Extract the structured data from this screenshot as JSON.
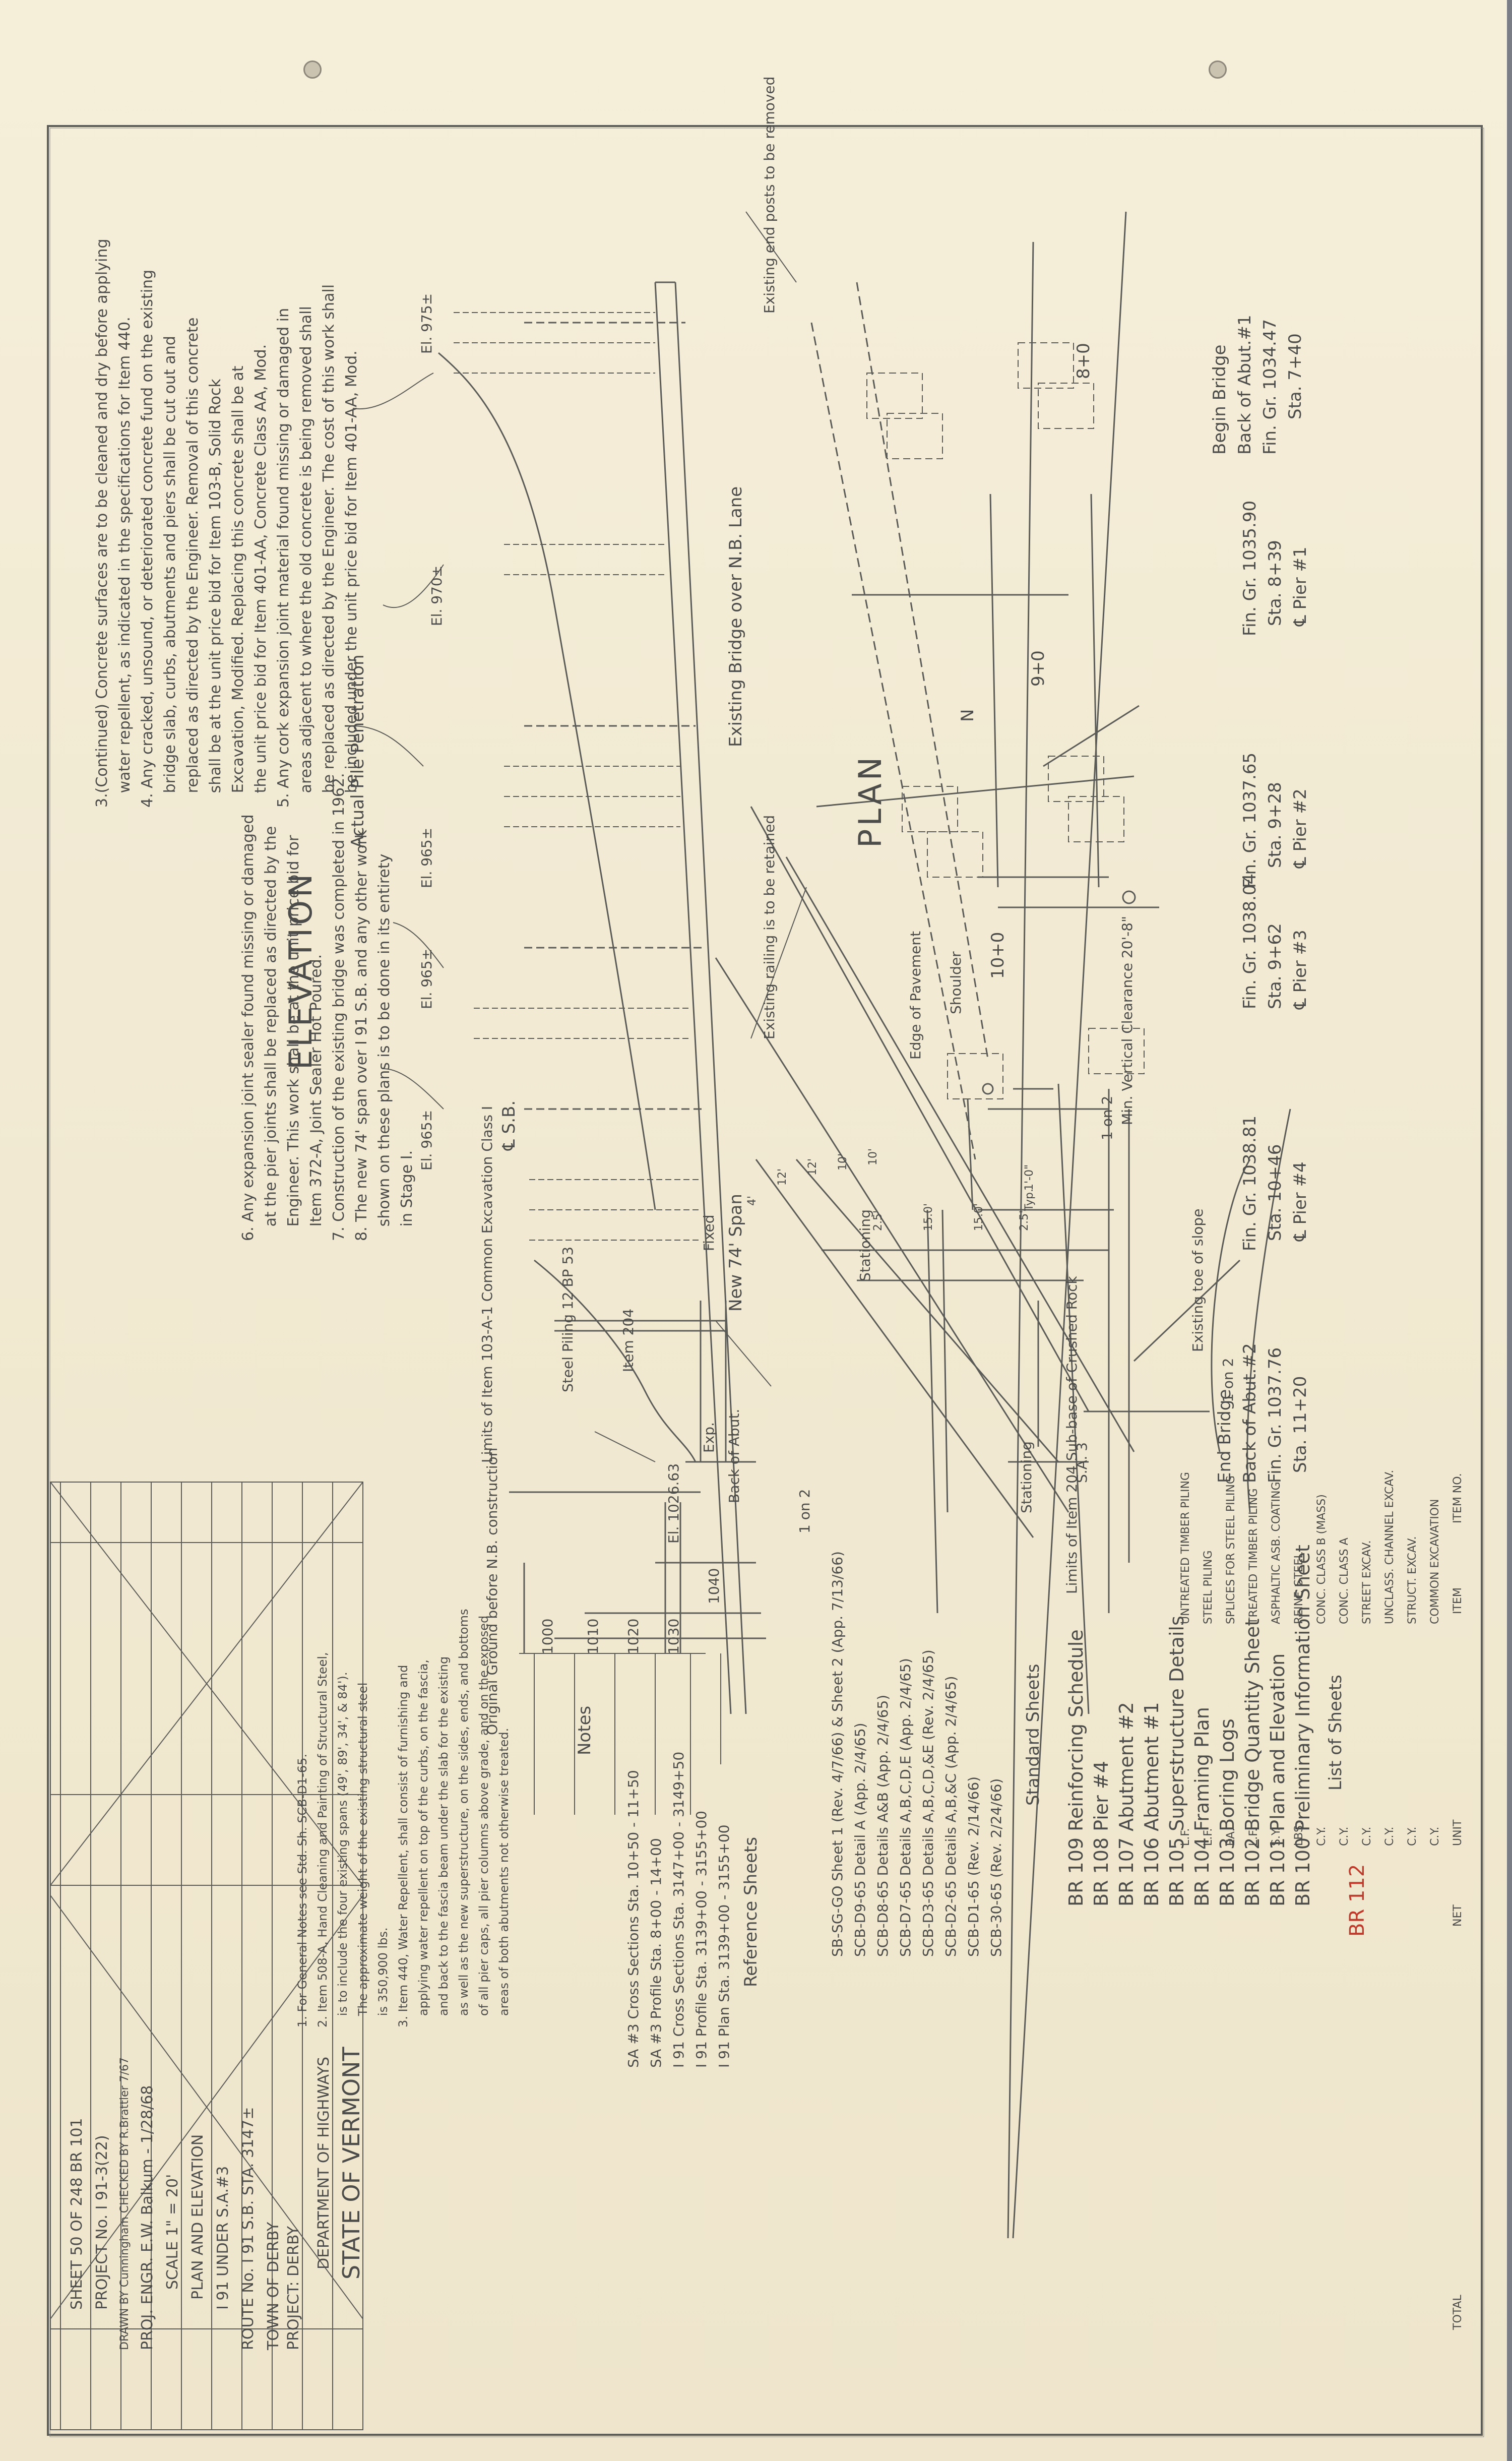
{
  "sheet": {
    "corner_mark": "BR 112",
    "plan_title": "PLAN",
    "elevation_title": "ELEVATION"
  },
  "plan": {
    "north_arrow": "N",
    "stations": [
      {
        "label": "Sta. 7+40",
        "sub": "Fin. Gr. 1034.47",
        "note": "Back of Abut.#1",
        "note2": "Begin Bridge"
      },
      {
        "label": "℄ Pier #1",
        "sub": "Sta. 8+39",
        "note": "Fin. Gr. 1035.90"
      },
      {
        "label": "℄ Pier #2",
        "sub": "Sta. 9+28",
        "note": "Fin. Gr. 1037.65"
      },
      {
        "label": "℄ Pier #3",
        "sub": "Sta. 9+62",
        "note": "Fin. Gr. 1038.04"
      },
      {
        "label": "℄ Pier #4",
        "sub": "Sta. 10+46",
        "note": "Fin. Gr. 1038.81"
      },
      {
        "label": "Sta. 11+20",
        "sub": "Fin. Gr. 1037.76",
        "note": "Back of Abut.#2",
        "note2": "End Bridge"
      }
    ],
    "offsets": [
      "8+0",
      "9+0",
      "10+0"
    ],
    "labels": {
      "existing_end_posts": "Existing end posts to be removed",
      "existing_railing": "Existing railing is to be retained",
      "min_clearance": "Min. Vertical Clearance 20'-8\"",
      "existing_toe": "Existing toe of slope",
      "limits_item": "Limits of Item 204 Sub-base of Crushed Rock",
      "shoulder": "Shoulder",
      "edge_pavement": "Edge of Pavement",
      "stationing": "Stationing",
      "slope_1on2": "1 on 2",
      "sa3": "S.A. 3",
      "dims": [
        "2.5'",
        "15.0'",
        "15.0'",
        "2.5'",
        "1'-0\"",
        "Typ."
      ],
      "lane_dims": [
        "4'",
        "12'",
        "12'",
        "10'",
        "10'"
      ]
    }
  },
  "elevation": {
    "existing_bridge": "Existing Bridge over N.B. Lane",
    "new_span": "New 74' Span",
    "fixed": "Fixed",
    "exp": "Exp.",
    "back_of_abut": "Back of Abut.",
    "actual_pile": "Actual Pile Penetration",
    "sb": "℄ S.B.",
    "limits_excavation": "Limits of Item 103-A-1 Common Excavation Class I",
    "steel_piling": "Steel Piling 12 BP 53",
    "item_204": "Item 204",
    "el_label": "El. 1026.63",
    "original_ground": "Original Ground before N.B. construction",
    "elevations": [
      "El. 975±",
      "El. 970±",
      "El. 965±",
      "El. 965±",
      "El. 965±"
    ],
    "grid_levels": [
      "1040",
      "1030",
      "1020",
      "1010",
      "1000"
    ]
  },
  "notes_left": "3.(Continued) Concrete surfaces are to be cleaned and dry before applying\n   water repellent, as indicated in the specifications for Item 440.\n4. Any cracked, unsound, or deteriorated concrete fund on the existing\n   bridge slab, curbs, abutments and piers shall be cut out and\n   replaced as directed by the Engineer. Removal of this concrete\n   shall be at the unit price bid for Item 103-B, Solid Rock\n   Excavation, Modified. Replacing this concrete shall be at\n   the unit price bid for Item 401-AA, Concrete Class AA, Mod.\n5. Any cork expansion joint material found missing or damaged in\n   areas adjacent to where the old concrete is being removed shall\n   be replaced as directed by the Engineer. The cost of this work shall\n   be included under the unit price bid for Item 401-AA, Mod.",
  "notes_mid": "6. Any expansion joint sealer found missing or damaged\n   at the pier joints shall be replaced as directed by the\n   Engineer. This work shall be at the unit price bid for\n   Item 372-A, Joint Sealer Hot Poured.\n7. Construction of the existing bridge was completed in 1962.\n8. The new 74' span over I 91 S.B. and any other work\n   shown on these plans is to be done in its entirety\n   in Stage I.",
  "list_of_sheets": {
    "title": "List of Sheets",
    "items": [
      "BR 100  Preliminary Information Sheet",
      "BR 101  Plan and Elevation",
      "BR 102  Bridge Quantity Sheet",
      "BR 103  Boring Logs",
      "BR 104  Framing Plan",
      "BR 105  Superstructure Details",
      "BR 106  Abutment #1",
      "BR 107  Abutment #2",
      "BR 108  Pier #4",
      "BR 109  Reinforcing Schedule"
    ],
    "std_title": "Standard Sheets",
    "std_items": [
      "SCB-30-65  (Rev. 2/24/66)",
      "SCB-D1-65  (Rev. 2/14/66)",
      "SCB-D2-65  Details A,B,&C (App. 2/4/65)",
      "SCB-D3-65  Details A,B,C,D,&E (Rev. 2/4/65)",
      "SCB-D7-65  Details A,B,C,D,E (App. 2/4/65)",
      "SCB-D8-65  Details A&B (App. 2/4/65)",
      "SCB-D9-65  Detail A (App. 2/4/65)",
      "SB-SG-GO  Sheet 1 (Rev. 4/7/66) & Sheet 2 (App. 7/13/66)"
    ]
  },
  "reference_sheets": {
    "title": "Reference Sheets",
    "items": [
      "I 91  Plan  Sta. 3139+00 - 3155+00",
      "I 91  Profile  Sta. 3139+00 - 3155+00",
      "I 91  Cross Sections  Sta. 3147+00 - 3149+50",
      "SA #3  Profile  Sta. 8+00 - 14+00",
      "SA #3  Cross Sections  Sta. 10+50 - 11+50"
    ]
  },
  "notes_right": {
    "title": "Notes",
    "text": "1. For General Notes see Std. Sh. SCB-D1-65.\n2. Item 508-A, Hand Cleaning and Painting of Structural Steel,\n   is to include the four existing spans (49', 89', 34', & 84').\n   The approximate weight of the existing structural steel\n   is 350,900 lbs.\n3. Item 440, Water Repellent, shall consist of furnishing and\n   applying water repellent on top of the curbs, on the fascia,\n   and back to the fascia beam under the slab for the existing\n   as well as the new superstructure, on the sides, ends, and bottoms\n   of all pier caps, all pier columns above grade, and on the exposed\n   areas of both abutments not otherwise treated."
  },
  "quantity_table": {
    "headers": [
      "ITEM NO.",
      "ITEM",
      "UNIT",
      "NET",
      "TOTAL"
    ],
    "rows": [
      [
        "",
        "COMMON EXCAVATION",
        "C.Y.",
        "",
        ""
      ],
      [
        "",
        "STRUCT. EXCAV.",
        "C.Y.",
        "",
        ""
      ],
      [
        "",
        "UNCLASS. CHANNEL EXCAV.",
        "C.Y.",
        "",
        ""
      ],
      [
        "",
        "STREET EXCAV.",
        "C.Y.",
        "",
        ""
      ],
      [
        "",
        "CONC. CLASS A",
        "C.Y.",
        "",
        ""
      ],
      [
        "",
        "CONC. CLASS B (MASS)",
        "C.Y.",
        "",
        ""
      ],
      [
        "",
        "REINF. STEEL",
        "LBS.",
        "",
        ""
      ],
      [
        "",
        "ASPHALTIC ASB. COATING",
        "S.Y.",
        "",
        ""
      ],
      [
        "",
        "TREATED TIMBER PILING",
        "L.F.",
        "",
        ""
      ],
      [
        "",
        "SPLICES FOR STEEL PILING",
        "EA.",
        "",
        ""
      ],
      [
        "",
        "STEEL PILING",
        "L.F.",
        "",
        ""
      ],
      [
        "",
        "UNTREATED TIMBER PILING",
        "L.F.",
        "",
        ""
      ]
    ]
  },
  "title_block": {
    "state": "STATE OF VERMONT",
    "dept": "DEPARTMENT OF HIGHWAYS",
    "project": "PROJECT:  DERBY",
    "town": "TOWN OF  DERBY",
    "route": "ROUTE No. I 91   S.B. STA. 3147±",
    "under": "I 91 UNDER S.A.#3",
    "sheet_title": "PLAN AND ELEVATION",
    "scale": "SCALE   1\" = 20'",
    "proj_engr": "PROJ. ENGR.  E.W. Balkum - 1/28/68",
    "drawn": "DRAWN BY Cunningham  CHECKED BY R.Brattler 7/67",
    "project_no": "PROJECT No. I 91-3(22)",
    "sheet_no": "SHEET  50  OF 248  BR 101"
  }
}
